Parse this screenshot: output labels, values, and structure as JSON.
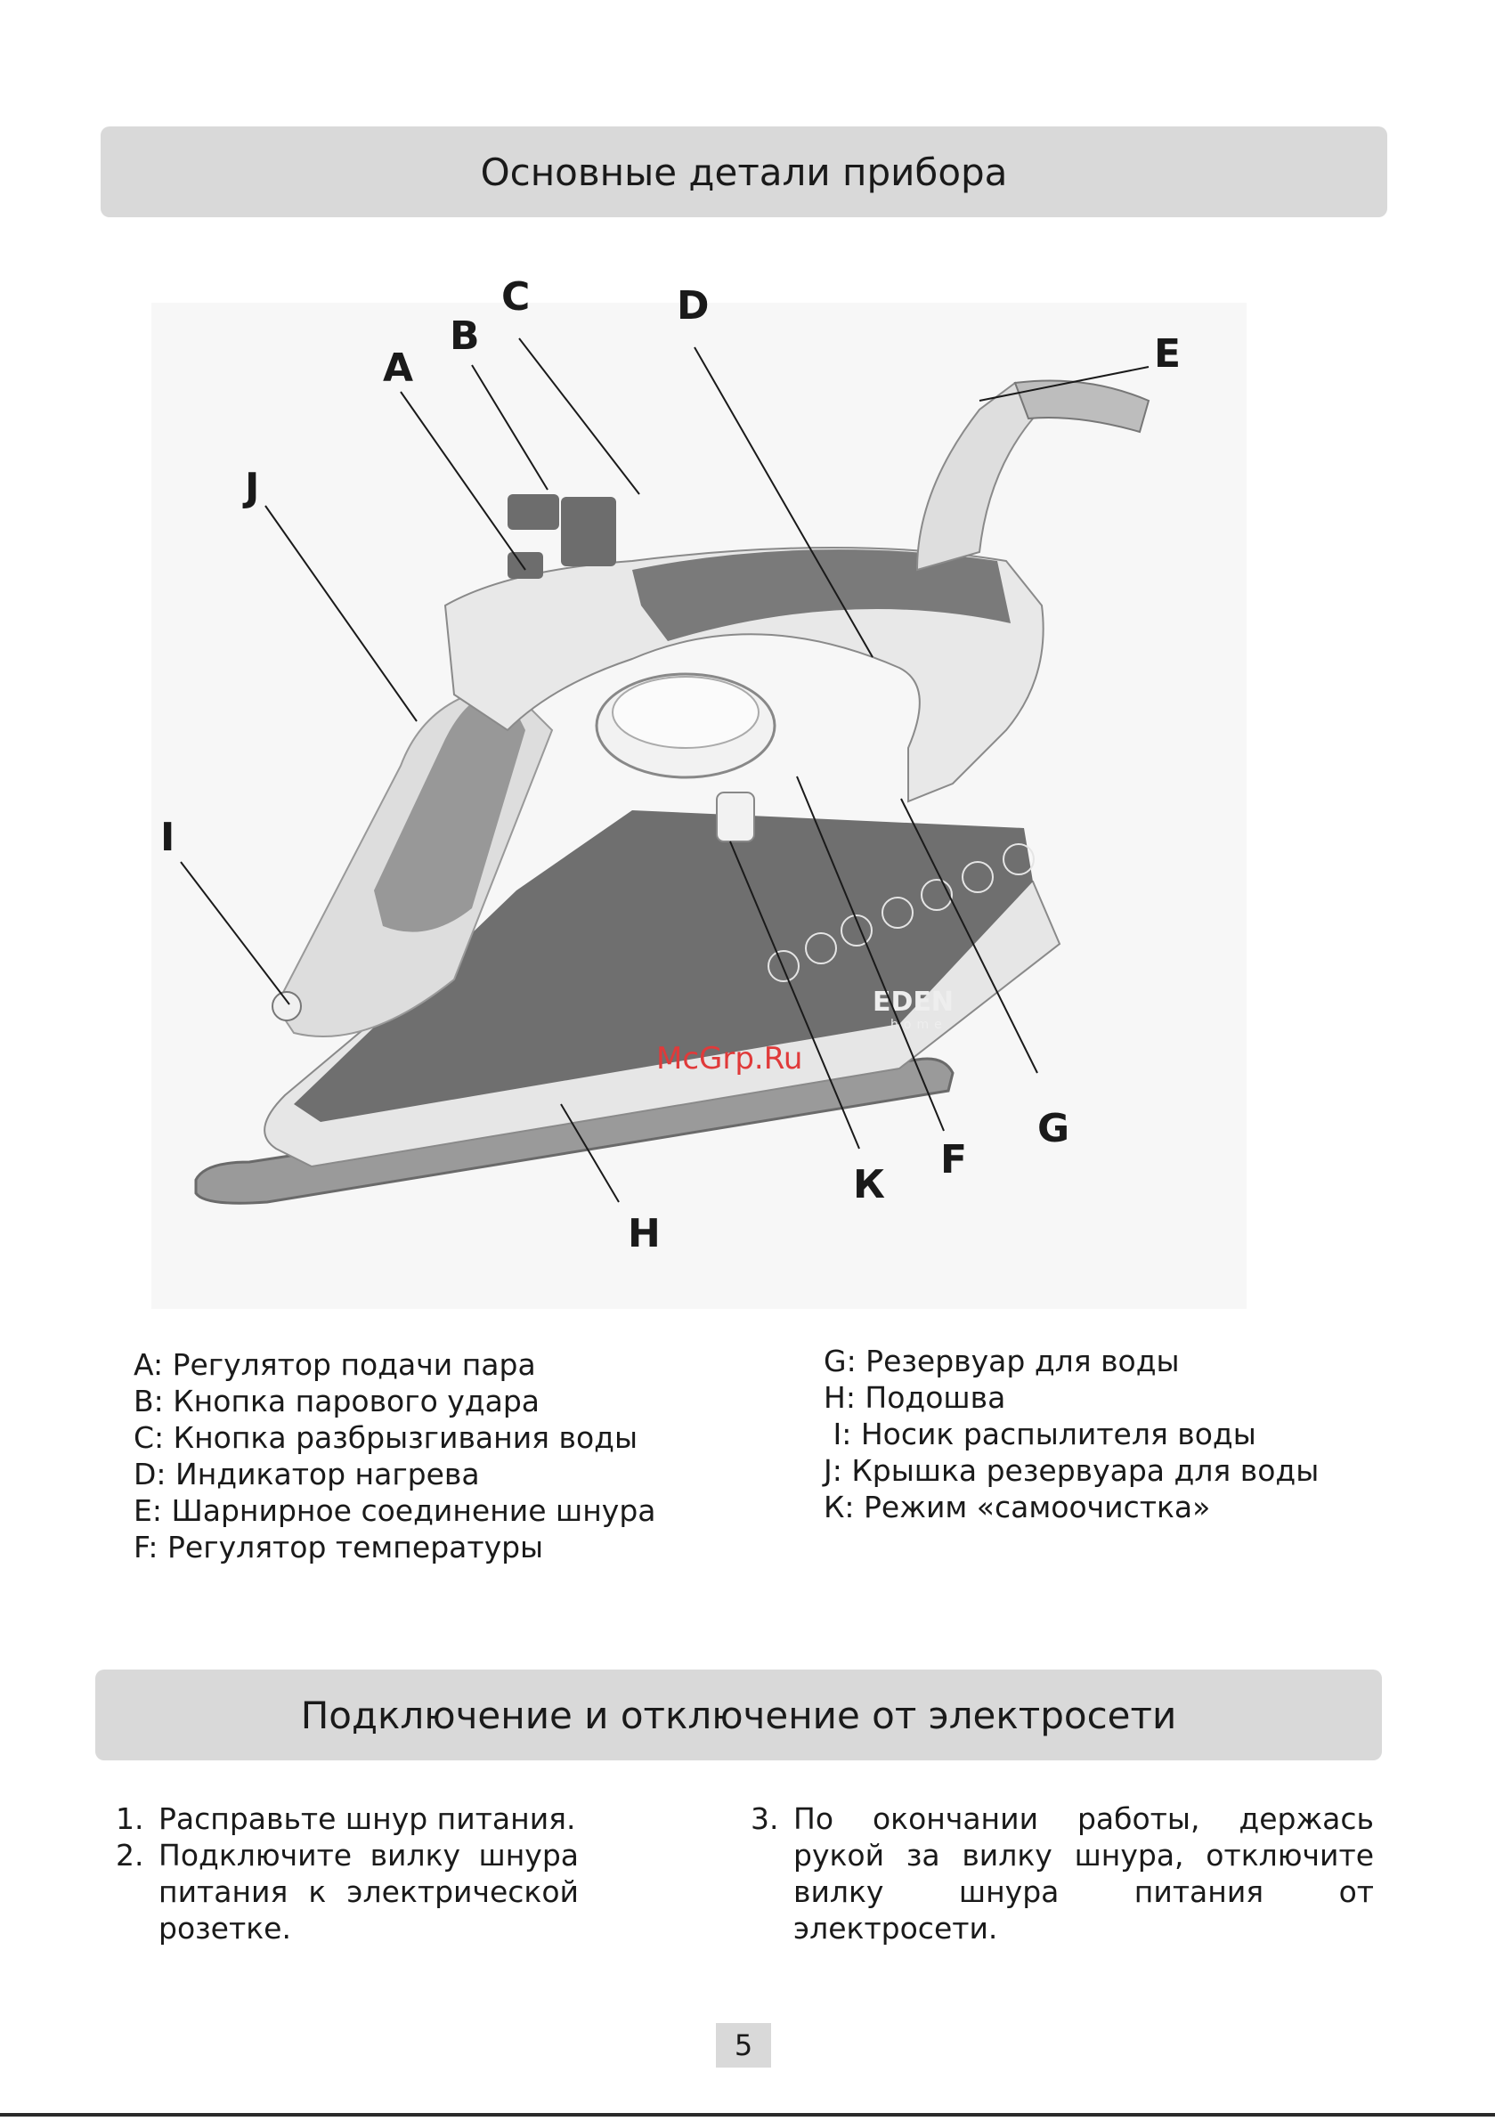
{
  "sections": {
    "parts_title": "Основные детали прибора",
    "power_title": "Подключение и отключение от электросети"
  },
  "figure": {
    "brand": "EDEN",
    "brand_sub": "home",
    "watermark": "McGrp.Ru",
    "callouts": [
      "A",
      "B",
      "C",
      "D",
      "E",
      "F",
      "G",
      "H",
      "I",
      "J",
      "К"
    ]
  },
  "legend_left": [
    "A: Регулятор подачи пара",
    "B: Кнопка парового удара",
    "C: Кнопка разбрызгивания воды",
    "D: Индикатор нагрева",
    "E: Шарнирное соединение шнура",
    "F: Регулятор температуры"
  ],
  "legend_right": [
    "G: Резервуар для воды",
    "H: Подошва",
    " I: Носик распылителя воды",
    "J: Крышка резервуара для воды",
    "К: Режим «самоочистка»"
  ],
  "steps": [
    {
      "num": "1.",
      "text": "Расправьте шнур питания."
    },
    {
      "num": "2.",
      "text": "Подключите вилку шнура питания к электрической розетке."
    },
    {
      "num": "3.",
      "text": "По окончании работы, держась рукой за вилку шнура, отключите вилку шнура питания от электросети."
    }
  ],
  "page_number": "5"
}
